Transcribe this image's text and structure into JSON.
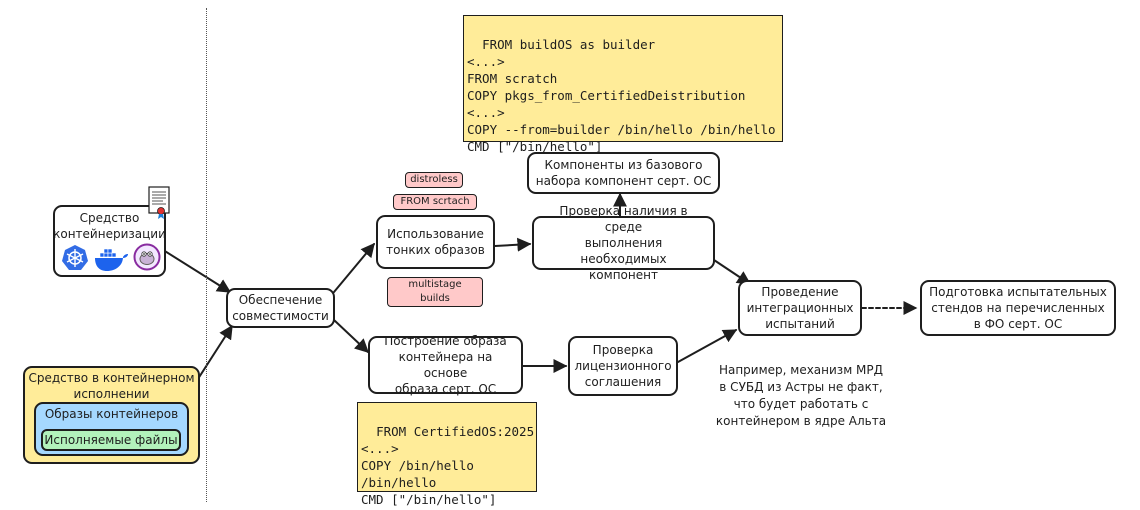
{
  "nodes": {
    "containerization_tool": "Средство\nконтейнеризации",
    "runtime_tool": "Средство в контейнерном\nисполнении",
    "container_images": "Образы контейнеров",
    "executable_files": "Исполняемые файлы",
    "compatibility": "Обеспечение\nсовместимости",
    "thin_images": "Использование\nтонких образов",
    "build_image": "Построение образа\nконтейнера на основе\nобраза серт. ОС",
    "check_components": "Проверка наличия в среде\nвыполнения необходимых\nкомпонент",
    "base_components": "Компоненты из базового\nнабора компонент серт. ОС",
    "license_check": "Проверка\nлицензионного\nсоглашения",
    "integration_tests": "Проведение\nинтеграционных\nиспытаний",
    "test_stands": "Подготовка испытательных\nстендов на перечисленных\nв ФО серт. ОС"
  },
  "tags": {
    "distroless": "distroless",
    "from_scratch": "FROM scrtach",
    "multistage": "multistage builds"
  },
  "code": {
    "top": "FROM buildOS as builder\n<...>\nFROM scratch\nCOPY pkgs_from_CertifiedDeistribution\n<...>\nCOPY --from=builder /bin/hello /bin/hello\nCMD [\"/bin/hello\"]",
    "bottom": "FROM CertifiedOS:2025\n<...>\nCOPY /bin/hello\n/bin/hello\nCMD [\"/bin/hello\"]"
  },
  "note": "Например, механизм МРД\nв СУБД из Астры не факт,\nчто будет работать с\nконтейнером в ядре Альта",
  "icons": [
    "certificate-icon",
    "kubernetes-icon",
    "docker-icon",
    "podman-icon"
  ],
  "colors": {
    "code_fill": "#ffec99",
    "tag_fill": "#ffc9c9",
    "images_fill": "#a5d8ff",
    "files_fill": "#b2f2bb",
    "kubernetes": "#326ce5",
    "docker": "#1d63ed",
    "podman": "#892ca0"
  }
}
